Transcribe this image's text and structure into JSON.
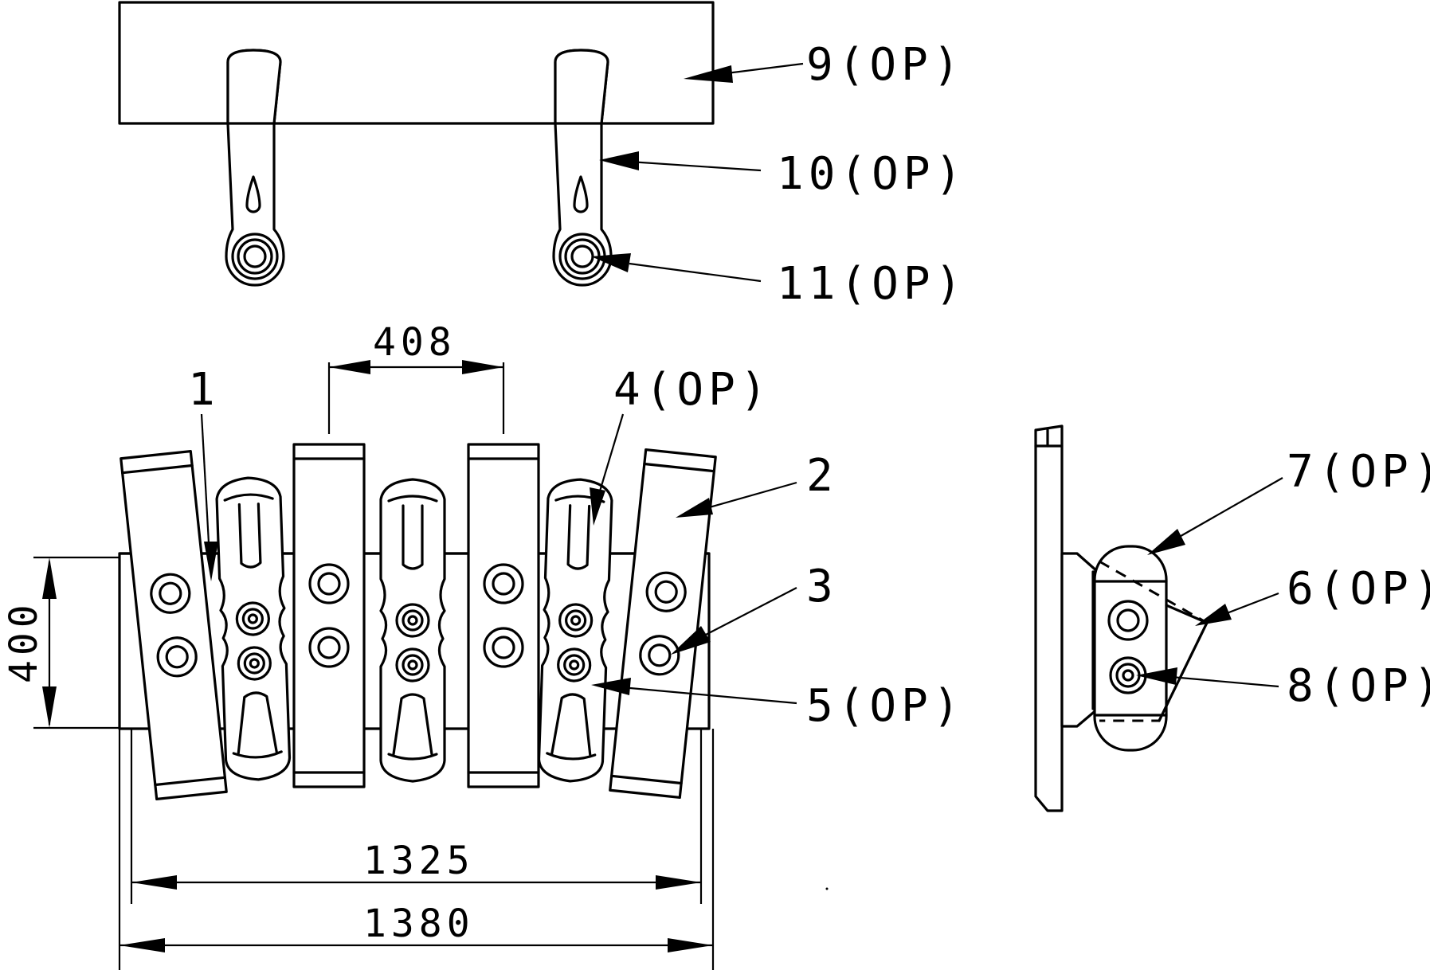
{
  "callouts": {
    "c9": "9(OP)",
    "c10": "10(OP)",
    "c11": "11(OP)",
    "c1": "1",
    "c4": "4(OP)",
    "c2": "2",
    "c3": "3",
    "c5": "5(OP)",
    "c7": "7(OP)",
    "c6": "6(OP)",
    "c8": "8(OP)"
  },
  "dimensions": {
    "d408": "408",
    "d400": "400",
    "d1325": "1325",
    "d1380": "1380"
  }
}
